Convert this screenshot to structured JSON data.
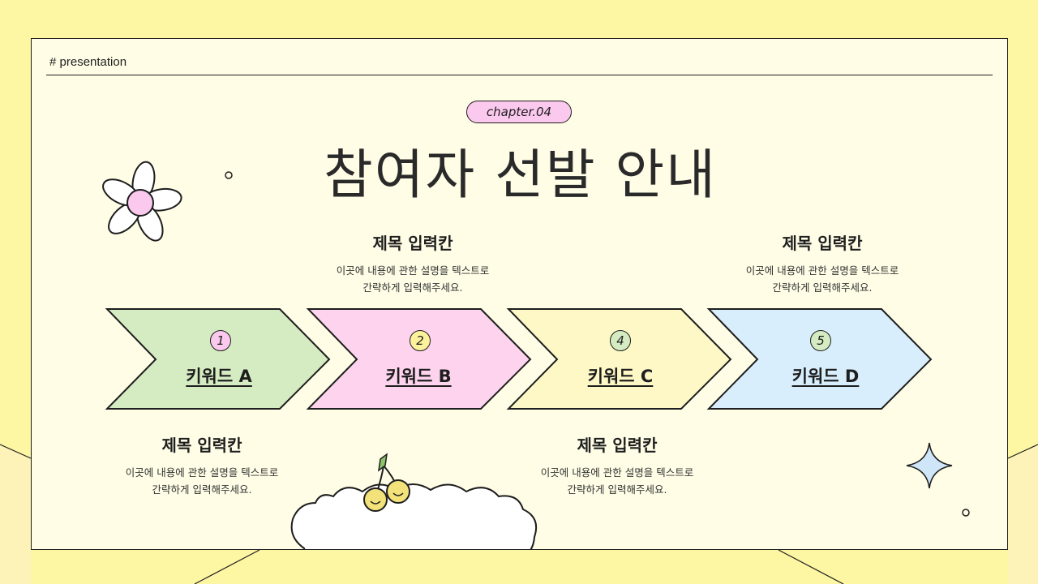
{
  "header": {
    "tag": "# presentation"
  },
  "chapter": {
    "label": "chapter.04"
  },
  "title": "참여자 선발 안내",
  "steps": [
    {
      "number": "1",
      "keyword": "키워드 A",
      "color": "#d5ecc2",
      "badge_color": "#fbc8ee"
    },
    {
      "number": "2",
      "keyword": "키워드 B",
      "color": "#fdd3ee",
      "badge_color": "#fdf29c"
    },
    {
      "number": "4",
      "keyword": "키워드 C",
      "color": "#fdf8c6",
      "badge_color": "#d5ecc2"
    },
    {
      "number": "5",
      "keyword": "키워드 D",
      "color": "#d8eefc",
      "badge_color": "#d5ecc2"
    }
  ],
  "blocks": [
    {
      "title": "제목 입력칸",
      "line1": "이곳에 내용에 관한 설명을 텍스트로",
      "line2": "간략하게 입력해주세요."
    },
    {
      "title": "제목 입력칸",
      "line1": "이곳에 내용에 관한 설명을 텍스트로",
      "line2": "간략하게 입력해주세요."
    },
    {
      "title": "제목 입력칸",
      "line1": "이곳에 내용에 관한 설명을 텍스트로",
      "line2": "간략하게 입력해주세요."
    },
    {
      "title": "제목 입력칸",
      "line1": "이곳에 내용에 관한 설명을 텍스트로",
      "line2": "간략하게 입력해주세요."
    }
  ],
  "colors": {
    "background": "#fdf6a3",
    "card": "#fffde6",
    "outline": "#1e1e1e",
    "flower_center": "#fbc8ee",
    "cherry": "#f3e27a",
    "star": "#cfe6f8"
  },
  "icons": [
    "flower-icon",
    "cherry-icon",
    "cloud-icon",
    "sparkle-icon"
  ]
}
